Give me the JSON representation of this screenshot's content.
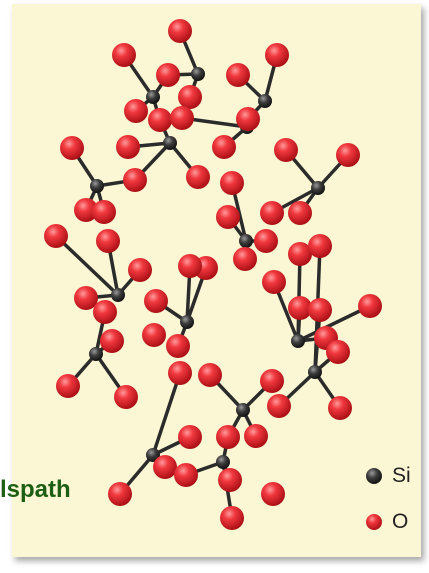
{
  "caption": "lspath",
  "legend": [
    {
      "label": "Si",
      "color": "#3a3a3a"
    },
    {
      "label": "O",
      "color": "#e8242a"
    }
  ],
  "colors": {
    "panel": "#fbf6d3",
    "silicon": "#3a3a3a",
    "oxygen": "#e8242a",
    "bond": "#2b2b2b",
    "caption": "#1c5f14"
  }
}
